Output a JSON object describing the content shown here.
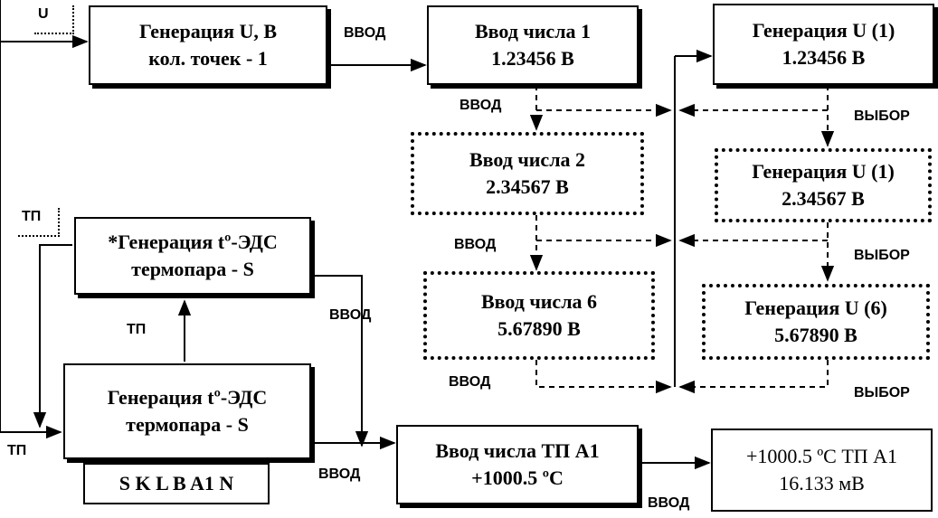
{
  "inputs": {
    "u": "U",
    "tp_top": "ТП",
    "tp_bottom": "ТП"
  },
  "boxes": {
    "gen_u": {
      "line1": "Генерация  U, В",
      "line2": "кол.  точек - 1"
    },
    "input1": {
      "line1": "Ввод числа 1",
      "line2": "1.23456   В"
    },
    "gen_u1_a": {
      "line1": "Генерация  U (1)",
      "line2": "1.23456   В"
    },
    "input2": {
      "line1": "Ввод числа 2",
      "line2": "2.34567  В"
    },
    "gen_u1_b": {
      "line1": "Генерация  U (1)",
      "line2": "2.34567  В"
    },
    "input6": {
      "line1": "Ввод числа 6",
      "line2": "5.67890  В"
    },
    "gen_u6": {
      "line1": "Генерация  U (6)",
      "line2": "5.67890  В"
    },
    "gen_tc_star": {
      "line1": "*Генерация  tº-ЭДС",
      "line2": "термопара  -  S"
    },
    "gen_tc": {
      "line1": "Генерация  tº-ЭДС",
      "line2": "термопара  -  S"
    },
    "tc_types": "S  K  L  B  A1 N",
    "input_tp": {
      "line1": "Ввод числа ТП А1",
      "line2": "+1000.5 ºС"
    },
    "result": {
      "line1": "+1000.5 ºС  ТП А1",
      "line2": "16.133 мВ"
    }
  },
  "labels": {
    "vvod": "ВВОД",
    "vybor": "ВЫБОР",
    "tp": "ТП"
  }
}
